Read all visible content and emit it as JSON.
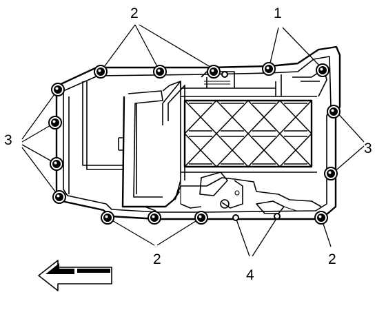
{
  "callouts": {
    "top_two": "2",
    "top_one": "1",
    "left_three": "3",
    "right_three": "3",
    "bottom_two": "2",
    "bottom_four": "4",
    "bottom_right_two": "2"
  },
  "colors": {
    "line": "#000000",
    "background": "#ffffff"
  },
  "icons": {
    "direction_arrow": "direction-arrow-icon"
  }
}
